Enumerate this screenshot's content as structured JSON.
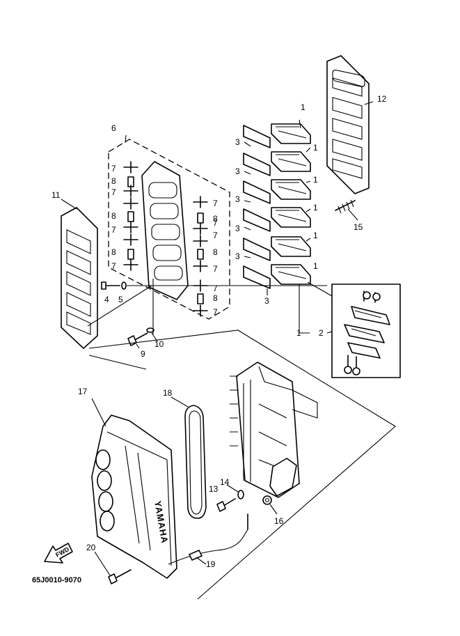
{
  "diagram_code": "65J0010-9070",
  "brand_text": "YAMAHA",
  "direction_label": "FWD",
  "callouts": {
    "c1a": "1",
    "c1b": "1",
    "c1c": "1",
    "c1d": "1",
    "c1e": "1",
    "c1f": "1",
    "c1g": "1",
    "c2": "2",
    "c3a": "3",
    "c3b": "3",
    "c3c": "3",
    "c3d": "3",
    "c3e": "3",
    "c3f": "3",
    "c4": "4",
    "c5": "5",
    "c6": "6",
    "c7a": "7",
    "c7b": "7",
    "c7c": "7",
    "c7d": "7",
    "c7e": "7",
    "c7f": "7",
    "c7g": "7",
    "c7h": "7",
    "c7i": "7",
    "c7j": "7",
    "c8a": "8",
    "c8b": "8",
    "c8c": "8",
    "c8d": "8",
    "c8e": "8",
    "c8f": "8",
    "c9": "9",
    "c10": "10",
    "c11": "11",
    "c12": "12",
    "c13": "13",
    "c14": "14",
    "c15": "15",
    "c16": "16",
    "c17": "17",
    "c18": "18",
    "c19": "19",
    "c20": "20"
  }
}
